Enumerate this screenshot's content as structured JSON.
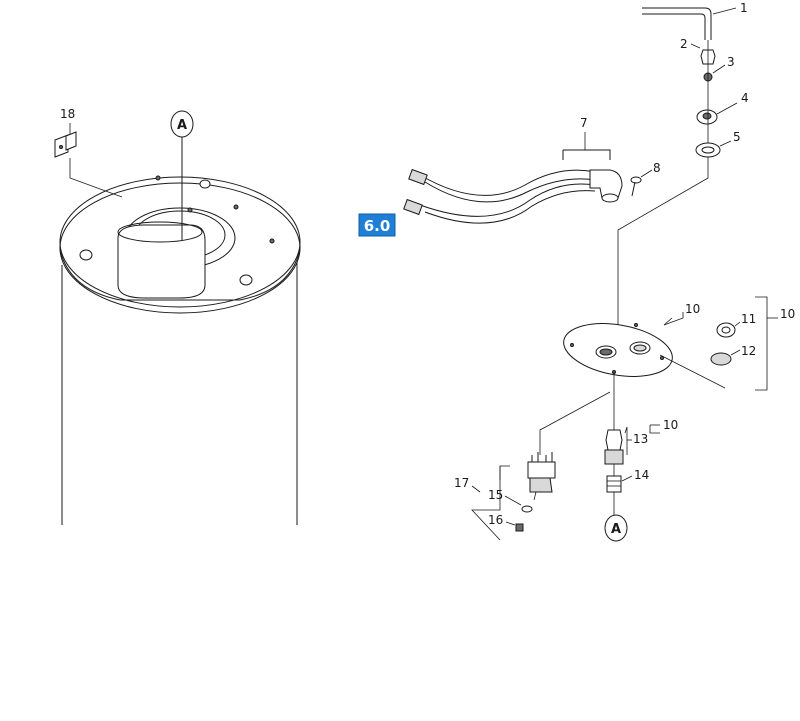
{
  "callouts": {
    "c1": "1",
    "c2": "2",
    "c3": "3",
    "c4": "4",
    "c5": "5",
    "c7": "7",
    "c8": "8",
    "c10a": "10",
    "c10b": "10",
    "c10c": "10",
    "c11": "11",
    "c12": "12",
    "c13": "13",
    "c14": "14",
    "c15": "15",
    "c16": "16",
    "c17": "17",
    "c18": "18"
  },
  "connector_marks": {
    "top": "A",
    "bottom": "A"
  },
  "reference_badge": {
    "label": "6.0",
    "color": "#1f7ed6"
  }
}
